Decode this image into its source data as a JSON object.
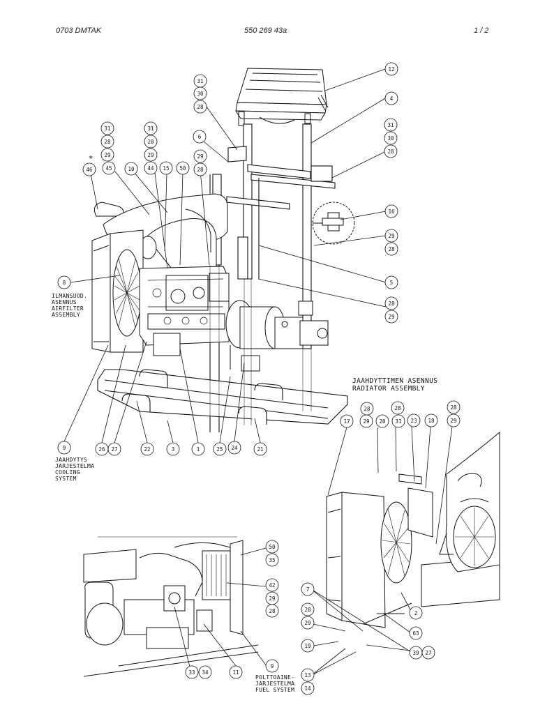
{
  "header": {
    "left": "0703 DMTAK",
    "center": "550 269 43a",
    "right": "1 /  2"
  },
  "callouts": {
    "c12": "12",
    "c4": "4",
    "c31a": "31",
    "c30a": "30",
    "c28a": "28",
    "c31b": "31",
    "c28b": "28",
    "c29b": "29",
    "c45": "45",
    "c31c": "31",
    "c28c": "28",
    "c29c": "29",
    "c44": "44",
    "c6": "6",
    "c29d": "29",
    "c28d": "28",
    "c31e": "31",
    "c30e": "30",
    "c28e": "28",
    "c46": "46",
    "c10": "10",
    "c15": "15",
    "c50a": "50",
    "c16": "16",
    "c29f": "29",
    "c28f": "28",
    "c5": "5",
    "c28g": "28",
    "c29g": "29",
    "c8": "8",
    "c9a": "9",
    "c26": "26",
    "c27a": "27",
    "c22": "22",
    "c3": "3",
    "c1": "1",
    "c25": "25",
    "c24": "24",
    "c21": "21",
    "c28h": "28",
    "c28i": "28",
    "c28j": "28",
    "c17": "17",
    "c29h": "29",
    "c20": "20",
    "c31h": "31",
    "c23": "23",
    "c18": "18",
    "c29i": "29",
    "c50b": "50",
    "c35": "35",
    "c42": "42",
    "c29k": "29",
    "c28k": "28",
    "c7": "7",
    "c28l": "28",
    "c29l": "29",
    "c19": "19",
    "c2": "2",
    "c63": "63",
    "c39": "39",
    "c27b": "27",
    "c33": "33",
    "c34": "34",
    "c11": "11",
    "c9b": "9",
    "c13": "13",
    "c14": "14"
  },
  "labels": {
    "asterisk": "*",
    "airfilter": [
      "ILMANSUOD.",
      "ASENNUS",
      "AIRFILTER",
      "ASSEMBLY"
    ],
    "cooling": [
      "JAAHDYTYS",
      "JARJESTELMA",
      "COOLING",
      "SYSTEM"
    ],
    "radiator": [
      "JAAHDYTTIMEN ASENNUS",
      "RADIATOR ASSEMBLY"
    ],
    "fuel": [
      "POLTTOAINE-",
      "JARJESTELMA",
      "FUEL SYSTEM"
    ]
  }
}
